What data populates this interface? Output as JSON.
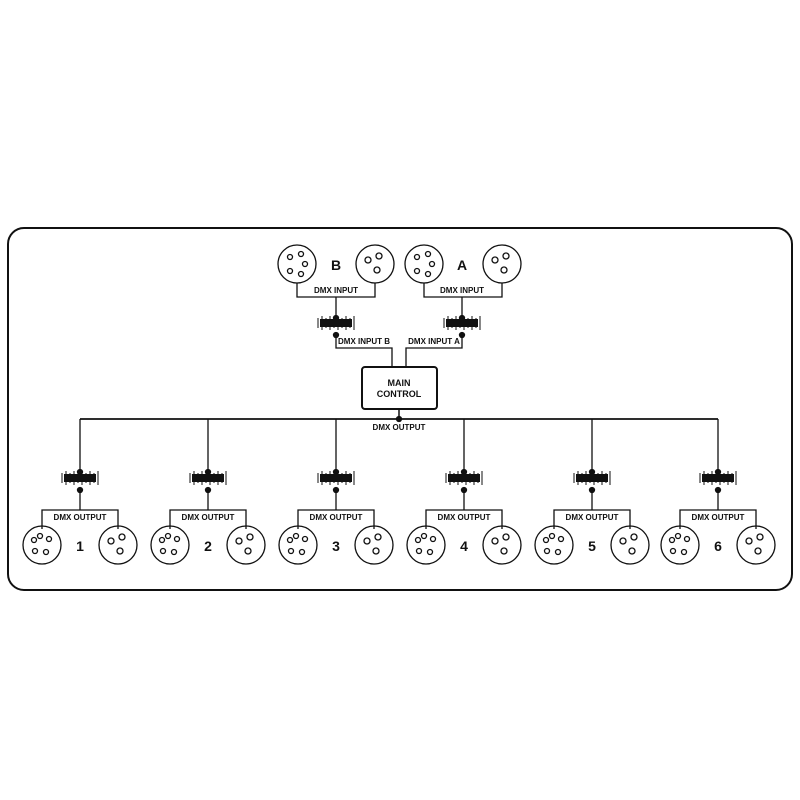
{
  "diagram": {
    "inputs": [
      {
        "letter": "B",
        "bus_label": "DMX INPUT",
        "line_label": "DMX INPUT B"
      },
      {
        "letter": "A",
        "bus_label": "DMX INPUT",
        "line_label": "DMX INPUT A"
      }
    ],
    "main_control": {
      "line1": "MAIN",
      "line2": "CONTROL"
    },
    "output_bus_label": "DMX OUTPUT",
    "outputs": [
      {
        "number": "1",
        "label": "DMX OUTPUT"
      },
      {
        "number": "2",
        "label": "DMX OUTPUT"
      },
      {
        "number": "3",
        "label": "DMX OUTPUT"
      },
      {
        "number": "4",
        "label": "DMX OUTPUT"
      },
      {
        "number": "5",
        "label": "DMX OUTPUT"
      },
      {
        "number": "6",
        "label": "DMX OUTPUT"
      }
    ],
    "colors": {
      "line": "#111111",
      "background": "#ffffff"
    }
  }
}
